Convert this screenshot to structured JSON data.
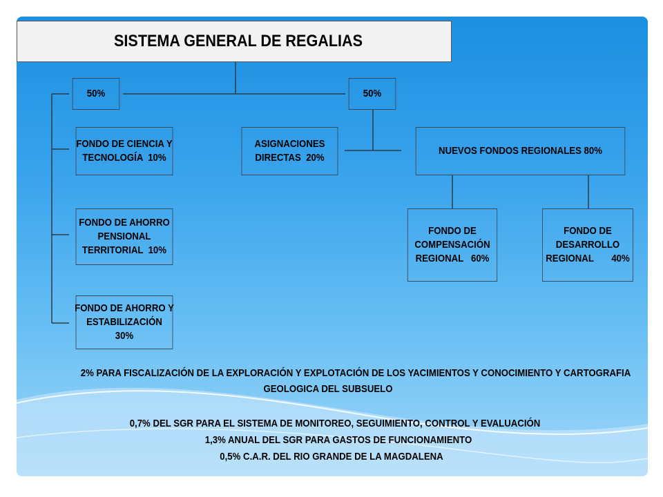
{
  "title": "SISTEMA GENERAL DE REGALIAS",
  "nodes": {
    "pct_left": "50%",
    "pct_right": "50%",
    "ciencia": [
      "FONDO DE CIENCIA Y",
      "TECNOLOGÍA  10%"
    ],
    "asignaciones": [
      "ASIGNACIONES",
      "DIRECTAS  20%"
    ],
    "nuevos": [
      "NUEVOS FONDOS REGIONALES 80%"
    ],
    "pensional": [
      "FONDO DE AHORRO",
      "PENSIONAL",
      "TERRITORIAL  10%"
    ],
    "compensacion": [
      "FONDO DE",
      "COMPENSACIÓN",
      "REGIONAL   60%"
    ],
    "desarrollo": [
      "FONDO DE",
      "DESARROLLO",
      "REGIONAL       40%"
    ],
    "estabilizacion": [
      "FONDO DE AHORRO Y",
      "ESTABILIZACIÓN",
      "30%"
    ]
  },
  "notes": {
    "line1": "2%  PARA FISCALIZACIÓN DE LA EXPLORACIÓN Y EXPLOTACIÓN DE LOS YACIMIENTOS Y CONOCIMIENTO Y CARTOGRAFIA",
    "line2": "GEOLOGICA DEL SUBSUELO",
    "line3": "0,7%  DEL SGR  PARA EL SISTEMA DE MONITOREO, SEGUIMIENTO, CONTROL Y EVALUACIÓN",
    "line4": "1,3%   ANUAL DEL SGR  PARA  GASTOS DE FUNCIONAMIENTO",
    "line5": "0,5%  C.A.R. DEL RIO GRANDE DE LA MAGDALENA"
  }
}
